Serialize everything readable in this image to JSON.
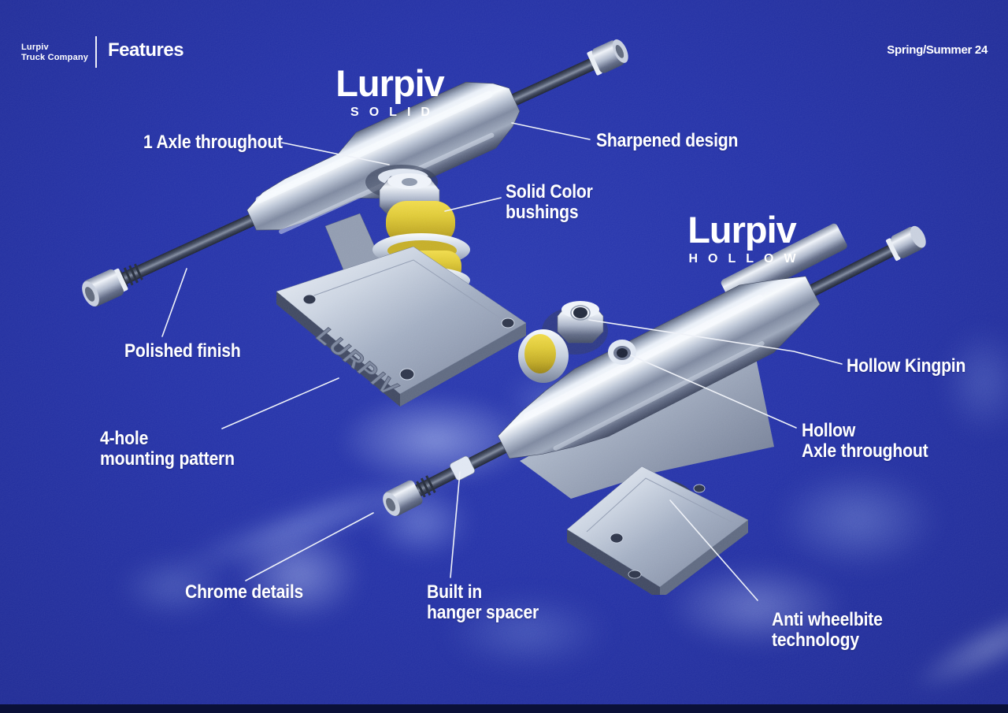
{
  "header": {
    "brand_line1": "Lurpiv",
    "brand_line2": "Truck Company",
    "title": "Features",
    "season": "Spring/Summer 24"
  },
  "products": {
    "solid": {
      "brand": "Lurpiv",
      "variant": "SOLID"
    },
    "hollow": {
      "brand": "Lurpiv",
      "variant": "HOLLOW"
    }
  },
  "emboss_logo": "LURPIV",
  "callouts": {
    "axle_throughout": {
      "line1": "1 Axle throughout"
    },
    "sharpened_design": {
      "line1": "Sharpened design"
    },
    "solid_bushings": {
      "line1": "Solid Color",
      "line2": "bushings"
    },
    "polished_finish": {
      "line1": "Polished finish"
    },
    "four_hole": {
      "line1": "4-hole",
      "line2": "mounting pattern"
    },
    "chrome_details": {
      "line1": "Chrome details"
    },
    "hollow_kingpin": {
      "line1": "Hollow Kingpin"
    },
    "hollow_axle": {
      "line1": "Hollow",
      "line2": "Axle throughout"
    },
    "hanger_spacer": {
      "line1": "Built in",
      "line2": "hanger spacer"
    },
    "anti_wheelbite": {
      "line1": "Anti wheelbite",
      "line2": "technology"
    }
  },
  "colors": {
    "background_blue": "#1d2ba5",
    "text_white": "#ffffff",
    "metal_highlight": "#f4f7fb",
    "metal_mid": "#aab4c6",
    "metal_shadow": "#5c6678",
    "bushing_yellow": "#ddc72f",
    "reflection_blue": "#c3d2f8",
    "footer_strip": "#0a1038"
  }
}
